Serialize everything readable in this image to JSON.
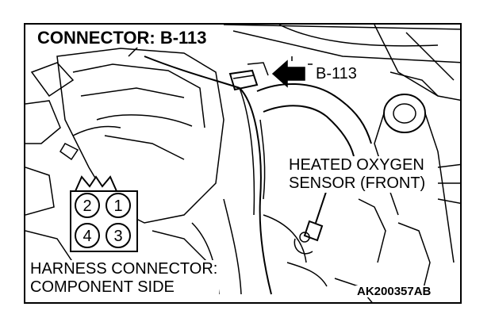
{
  "title": "CONNECTOR: B-113",
  "connector_callout": "B-113",
  "sensor_label": {
    "line1": "HEATED OXYGEN",
    "line2": "SENSOR (FRONT)"
  },
  "harness_label": {
    "line1": "HARNESS CONNECTOR:",
    "line2": "COMPONENT SIDE"
  },
  "figure_code": "AK200357AB",
  "connector_pins": {
    "top_left": "2",
    "top_right": "1",
    "bottom_left": "4",
    "bottom_right": "3"
  },
  "colors": {
    "line": "#000000",
    "background": "#ffffff"
  }
}
